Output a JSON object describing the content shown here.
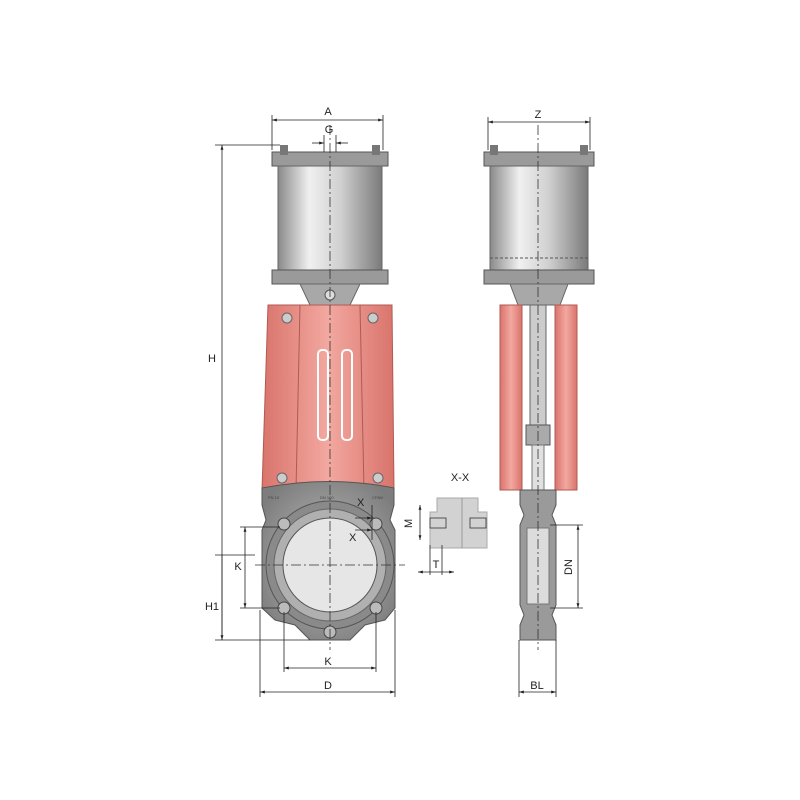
{
  "title": "Pneumatic knife gate valve dimension drawing",
  "labels": {
    "A": "A",
    "G": "G",
    "Z": "Z",
    "H": "H",
    "H1": "H1",
    "K_vertical": "K",
    "K_horizontal": "K",
    "D": "D",
    "X_top": "X",
    "X_bottom": "X",
    "section": "X-X",
    "M": "M",
    "T": "T",
    "DN": "DN",
    "BL": "BL"
  },
  "body_markings": [
    "PN 10",
    "DN 100",
    "CF8M"
  ],
  "colors": {
    "yoke": "#e8928c",
    "body": "#9a9a9a",
    "cylinder": "#c8c8c8",
    "line": "#222222"
  }
}
